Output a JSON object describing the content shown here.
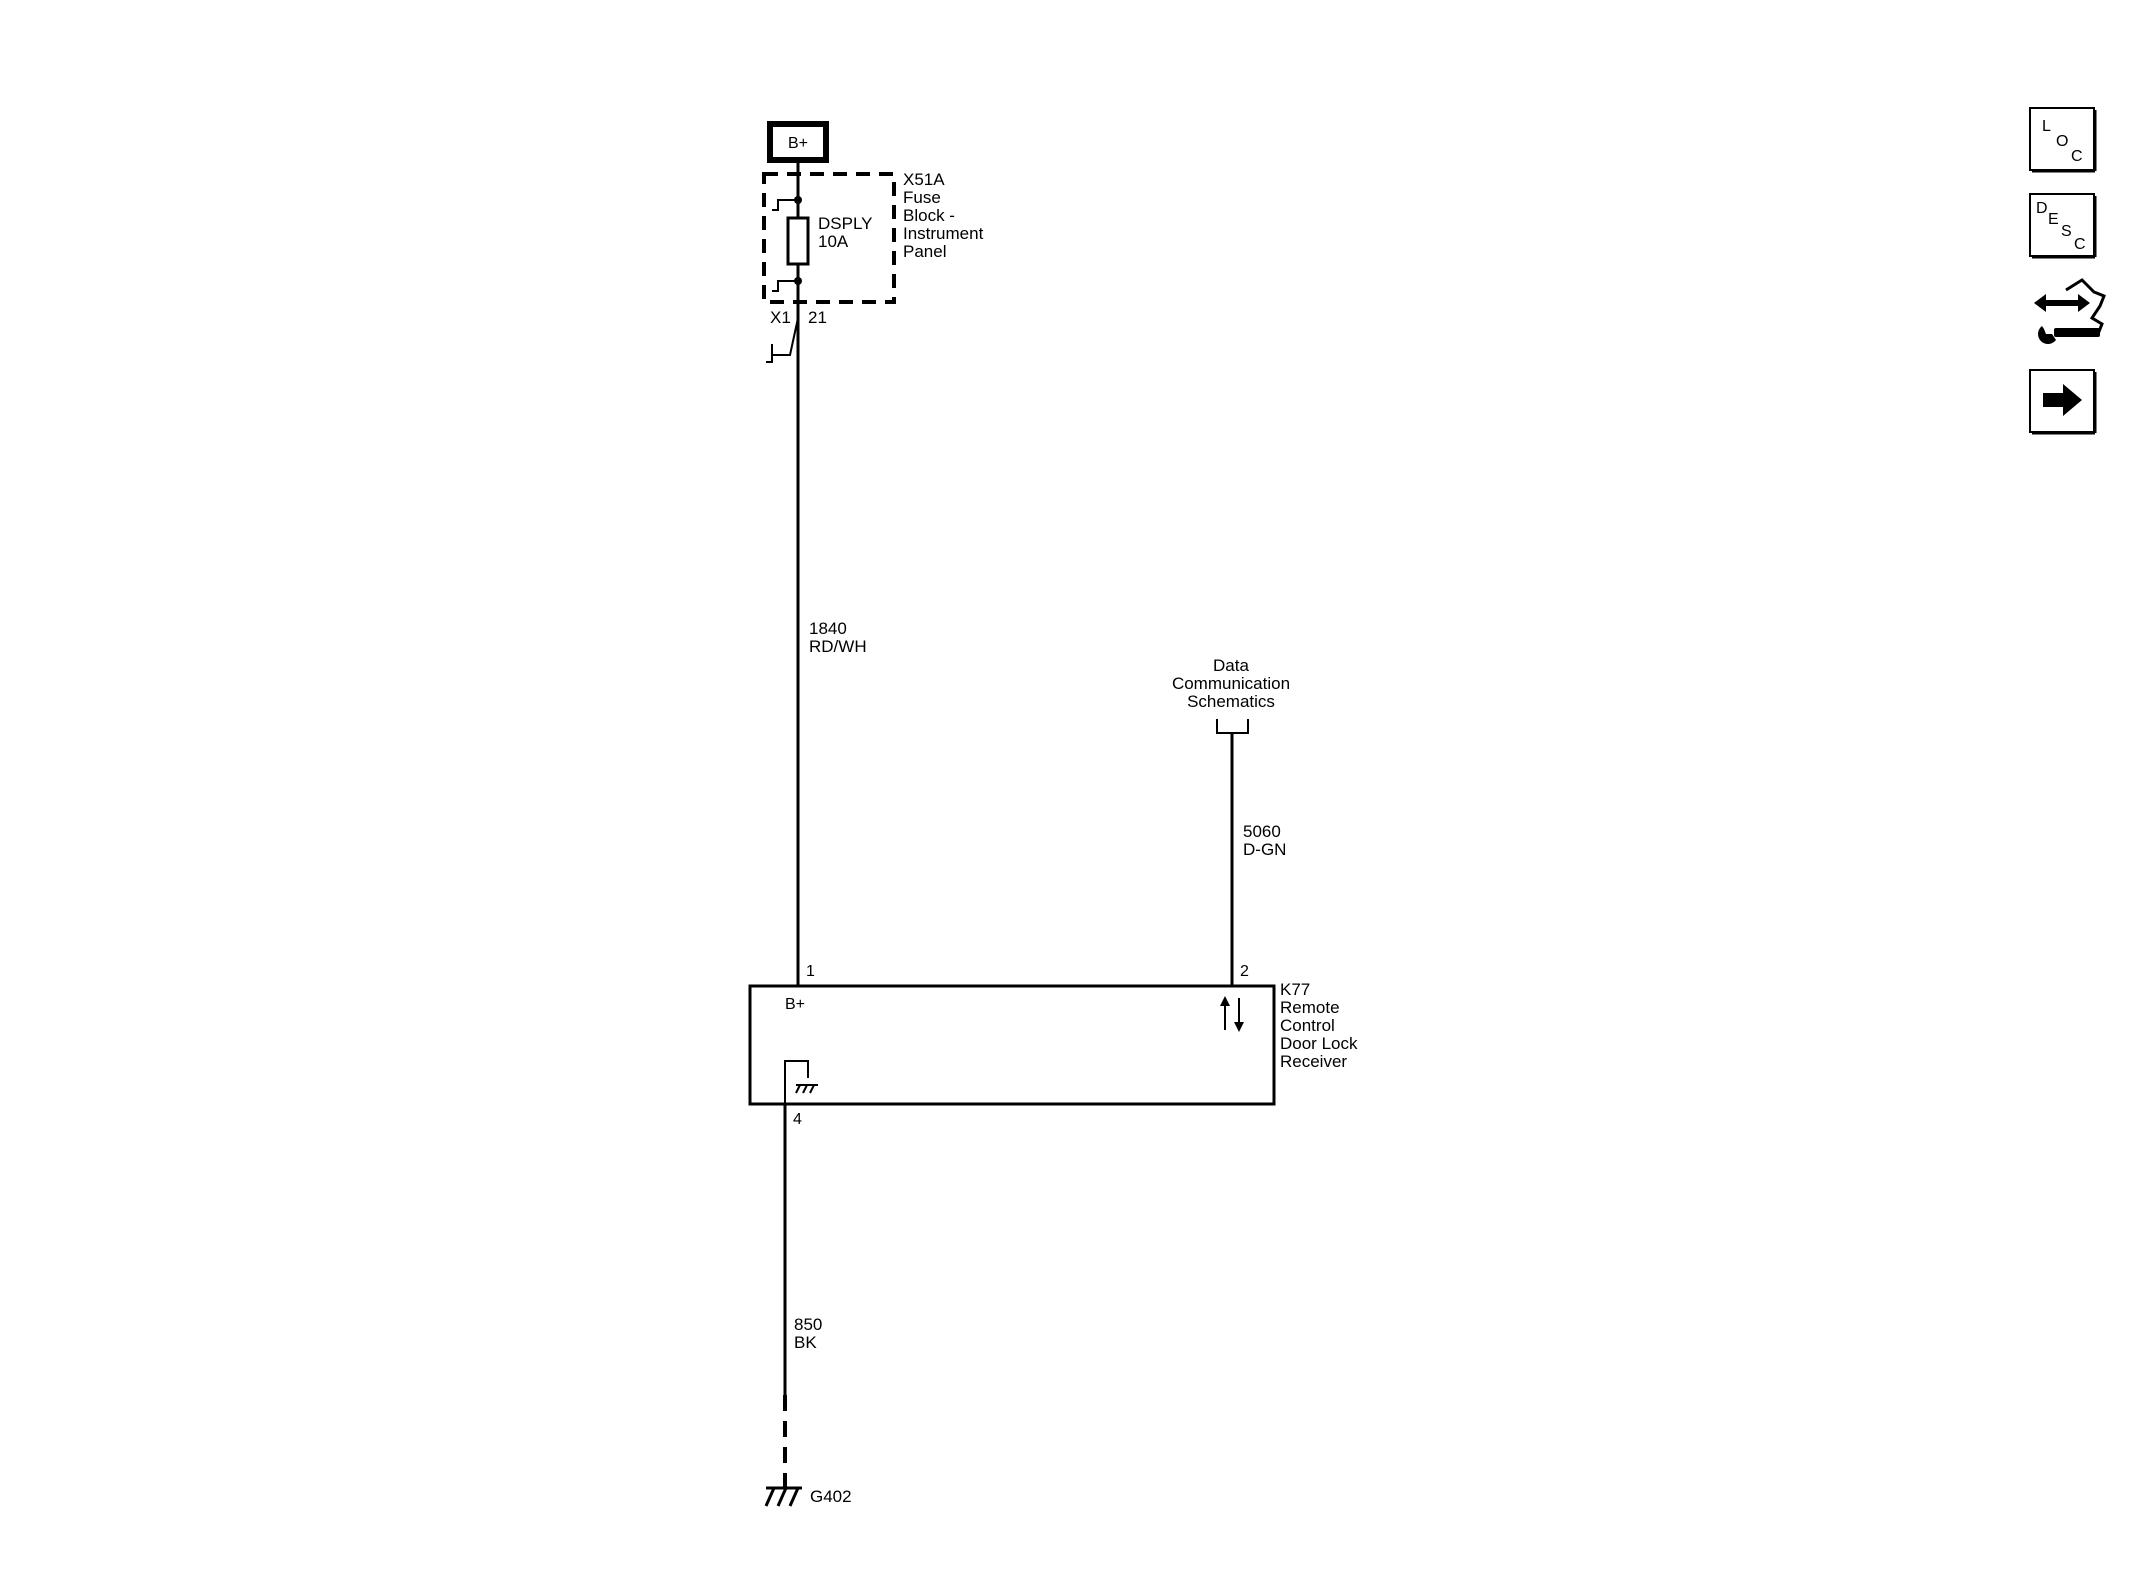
{
  "power_source": {
    "label": "B+"
  },
  "fuse_block": {
    "id": "X51A",
    "name_lines": [
      "Fuse",
      "Block -",
      "Instrument",
      "Panel"
    ],
    "fuse_name": "DSPLY",
    "fuse_rating": "10A",
    "connector": "X1",
    "pin": "21"
  },
  "wires": [
    {
      "circuit": "1840",
      "color": "RD/WH"
    },
    {
      "circuit": "5060",
      "color": "D-GN"
    },
    {
      "circuit": "850",
      "color": "BK"
    }
  ],
  "data_link": {
    "lines": [
      "Data",
      "Communication",
      "Schematics"
    ]
  },
  "module": {
    "id": "K77",
    "name_lines": [
      "Remote",
      "Control",
      "Door Lock",
      "Receiver"
    ],
    "pins": {
      "power": "1",
      "data": "2",
      "ground": "4"
    },
    "power_label": "B+"
  },
  "ground": {
    "id": "G402"
  },
  "nav": {
    "loc": {
      "letters": [
        "L",
        "O",
        "C"
      ]
    },
    "desc": {
      "letters": [
        "D",
        "E",
        "S",
        "C"
      ]
    },
    "diag_icon": "connector-wrench-icon",
    "next_icon": "right-arrow-icon"
  }
}
